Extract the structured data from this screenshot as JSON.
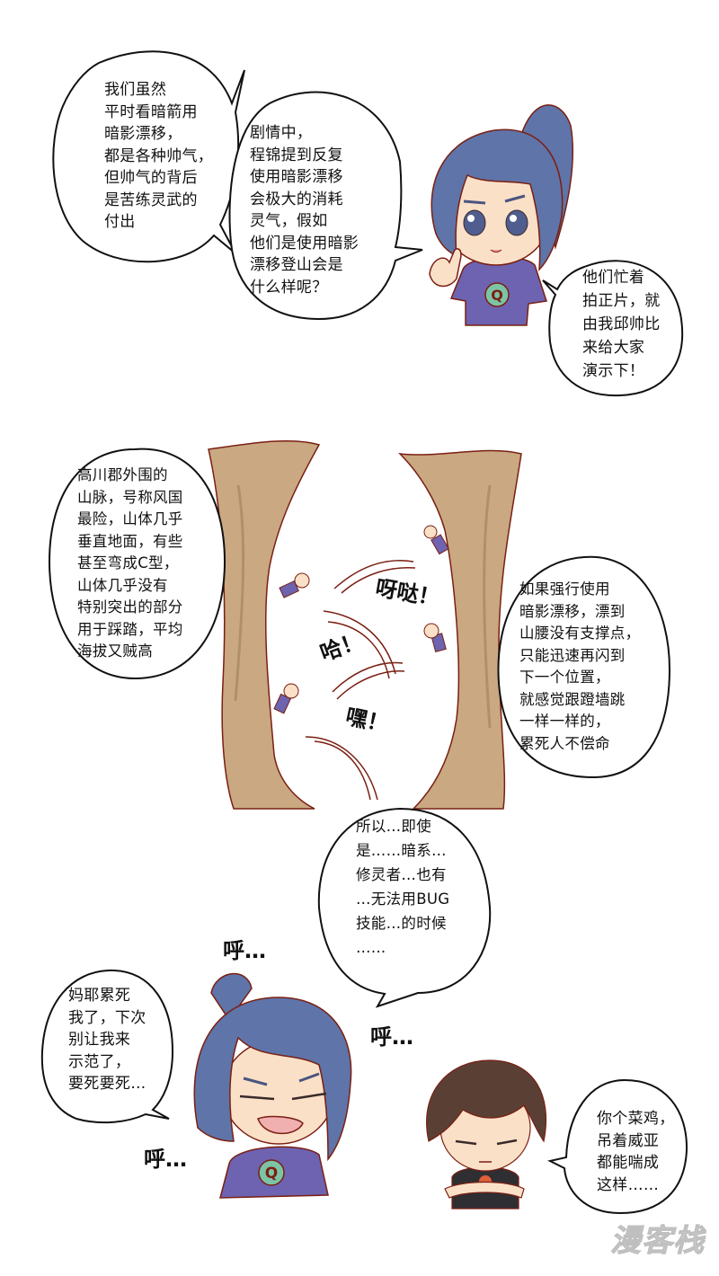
{
  "panel1": {
    "bubble_left": {
      "lines": "我们虽然\n平时看暗箭用\n暗影漂移，\n都是各种帅气，\n但帅气的背后\n是苦练灵武的\n付出"
    },
    "bubble_middle": {
      "lines": "剧情中，\n程锦提到反复\n使用暗影漂移\n会极大的消耗\n灵气，假如\n他们是使用暗影\n漂移登山会是\n什么样呢？"
    },
    "bubble_right": {
      "lines": "他们忙着\n拍正片，就\n由我邱帅比\n来给大家\n演示下！"
    },
    "character": {
      "name": "ponytail-boy",
      "shirt_letter": "Q"
    }
  },
  "panel2": {
    "bubble_left": {
      "lines": "高川郡外围的\n山脉，号称风国\n最险，山体几乎\n垂直地面，有些\n甚至弯成C型，\n山体几乎没有\n特别突出的部分\n用于踩踏，平均\n海拔又贼高"
    },
    "bubble_right": {
      "lines": "如果强行使用\n暗影漂移，漂到\n山腰没有支撑点，\n只能迅速再闪到\n下一个位置，\n就感觉跟蹬墙跳\n一样一样的，\n累死人不偿命"
    },
    "sfx": [
      "呀哒！",
      "哈！",
      "嘿！"
    ]
  },
  "panel3": {
    "bubble_top": {
      "lines": "所以…即使\n是……暗系…\n修灵者…也有\n…无法用BUG\n技能…的时候\n……"
    },
    "bubble_left": {
      "lines": "妈耶累死\n我了，下次\n别让我来\n示范了，\n要死要死…"
    },
    "bubble_right": {
      "lines": "你个菜鸡，\n吊着威亚\n都能喘成\n这样……"
    },
    "sfx": [
      "呼…",
      "呼…",
      "呼…"
    ],
    "character_left": {
      "name": "ponytail-boy-tired",
      "shirt_letter": "Q"
    },
    "character_right": {
      "name": "brown-hair-boy"
    }
  },
  "watermark": "漫客栈",
  "colors": {
    "hair_blue": "#5f74a8",
    "shirt_purple": "#6d63b0",
    "skin": "#fbe0c8",
    "outline": "#7a1f12",
    "cliff": "#c9a882",
    "cliff_dark": "#b08f6a",
    "badge_green": "#7cc4a6",
    "brown_hair": "#5a4034",
    "black_shirt": "#2f2f33"
  }
}
